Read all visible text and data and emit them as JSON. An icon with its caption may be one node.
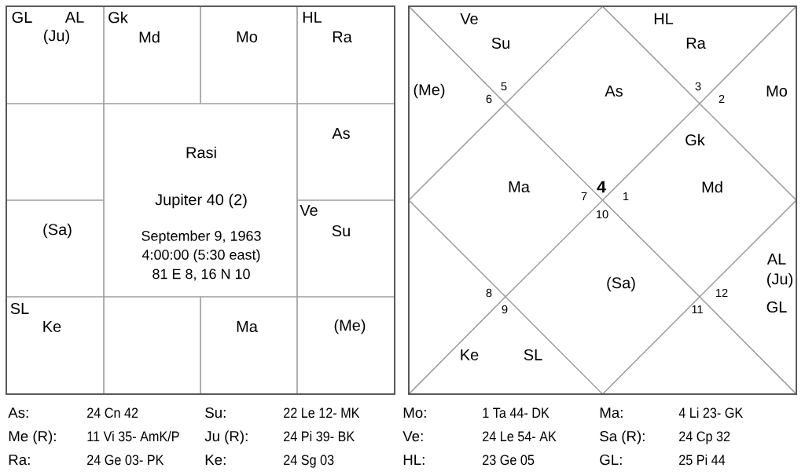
{
  "diagram": {
    "nodes": [
      {
        "text": [
          "GL",
          "AL",
          "(Ju)"
        ]
      },
      {
        "text": [
          "Gk",
          "Md"
        ]
      },
      {
        "text": [
          "Mo"
        ]
      },
      {
        "text": [
          "HL",
          "Ra"
        ]
      },
      {
        "text": [],
        "shape": "box"
      },
      {
        "text": [
          "Rasi",
          "Jupiter 40 (2)",
          "September 9, 1963",
          "4:00:00 (5:30 east)",
          "81 E 8, 16 N 10"
        ]
      },
      {
        "text": [
          "As"
        ]
      },
      {
        "text": [
          "(Sa)"
        ]
      },
      {
        "text": [
          "Ve",
          "Su"
        ]
      },
      {
        "text": [
          "SL",
          "Ke"
        ]
      },
      {
        "text": [],
        "shape": "box"
      },
      {
        "text": [
          "Ma"
        ]
      },
      {
        "text": [
          "(Me)"
        ]
      },
      {
        "text": [
          "Ve",
          "Su"
        ]
      },
      {
        "text": [
          "As"
        ]
      },
      {
        "text": [
          "HL",
          "Ra"
        ]
      },
      {
        "text": [
          "(Me)"
        ]
      },
      {
        "text": [
          "Mo"
        ]
      },
      {
        "text": [
          "Ma"
        ]
      },
      {
        "text": [
          "Gk",
          "Md"
        ]
      },
      {
        "text": [],
        "shape": "triangle"
      },
      {
        "text": [
          "AL",
          "(Ju)",
          "GL"
        ]
      },
      {
        "text": [
          "Ke",
          "SL"
        ]
      },
      {
        "text": [
          "(Sa)"
        ]
      },
      {
        "text": [],
        "shape": "triangle"
      }
    ],
    "labels": [
      "5",
      "3",
      "6",
      "2",
      "4",
      "7",
      "1",
      "10",
      "8",
      "12",
      "9",
      "11",
      "As:",
      "24 Cn 42",
      "Su:",
      "22 Le 12- MK",
      "Mo:",
      "1 Ta 44- DK",
      "Ma:",
      "4 Li 23- GK",
      "Me (R):",
      "11 Vi 35- AmK/P",
      "Ju (R):",
      "24 Pi 39- BK",
      "Ve:",
      "24 Le 54- AK",
      "Sa (R):",
      "24 Cp 32",
      "Ra:",
      "24 Ge 03- PK",
      "Ke:",
      "24 Sg 03",
      "HL:",
      "23 Ge 05",
      "GL:",
      "25 Pi 44"
    ]
  }
}
